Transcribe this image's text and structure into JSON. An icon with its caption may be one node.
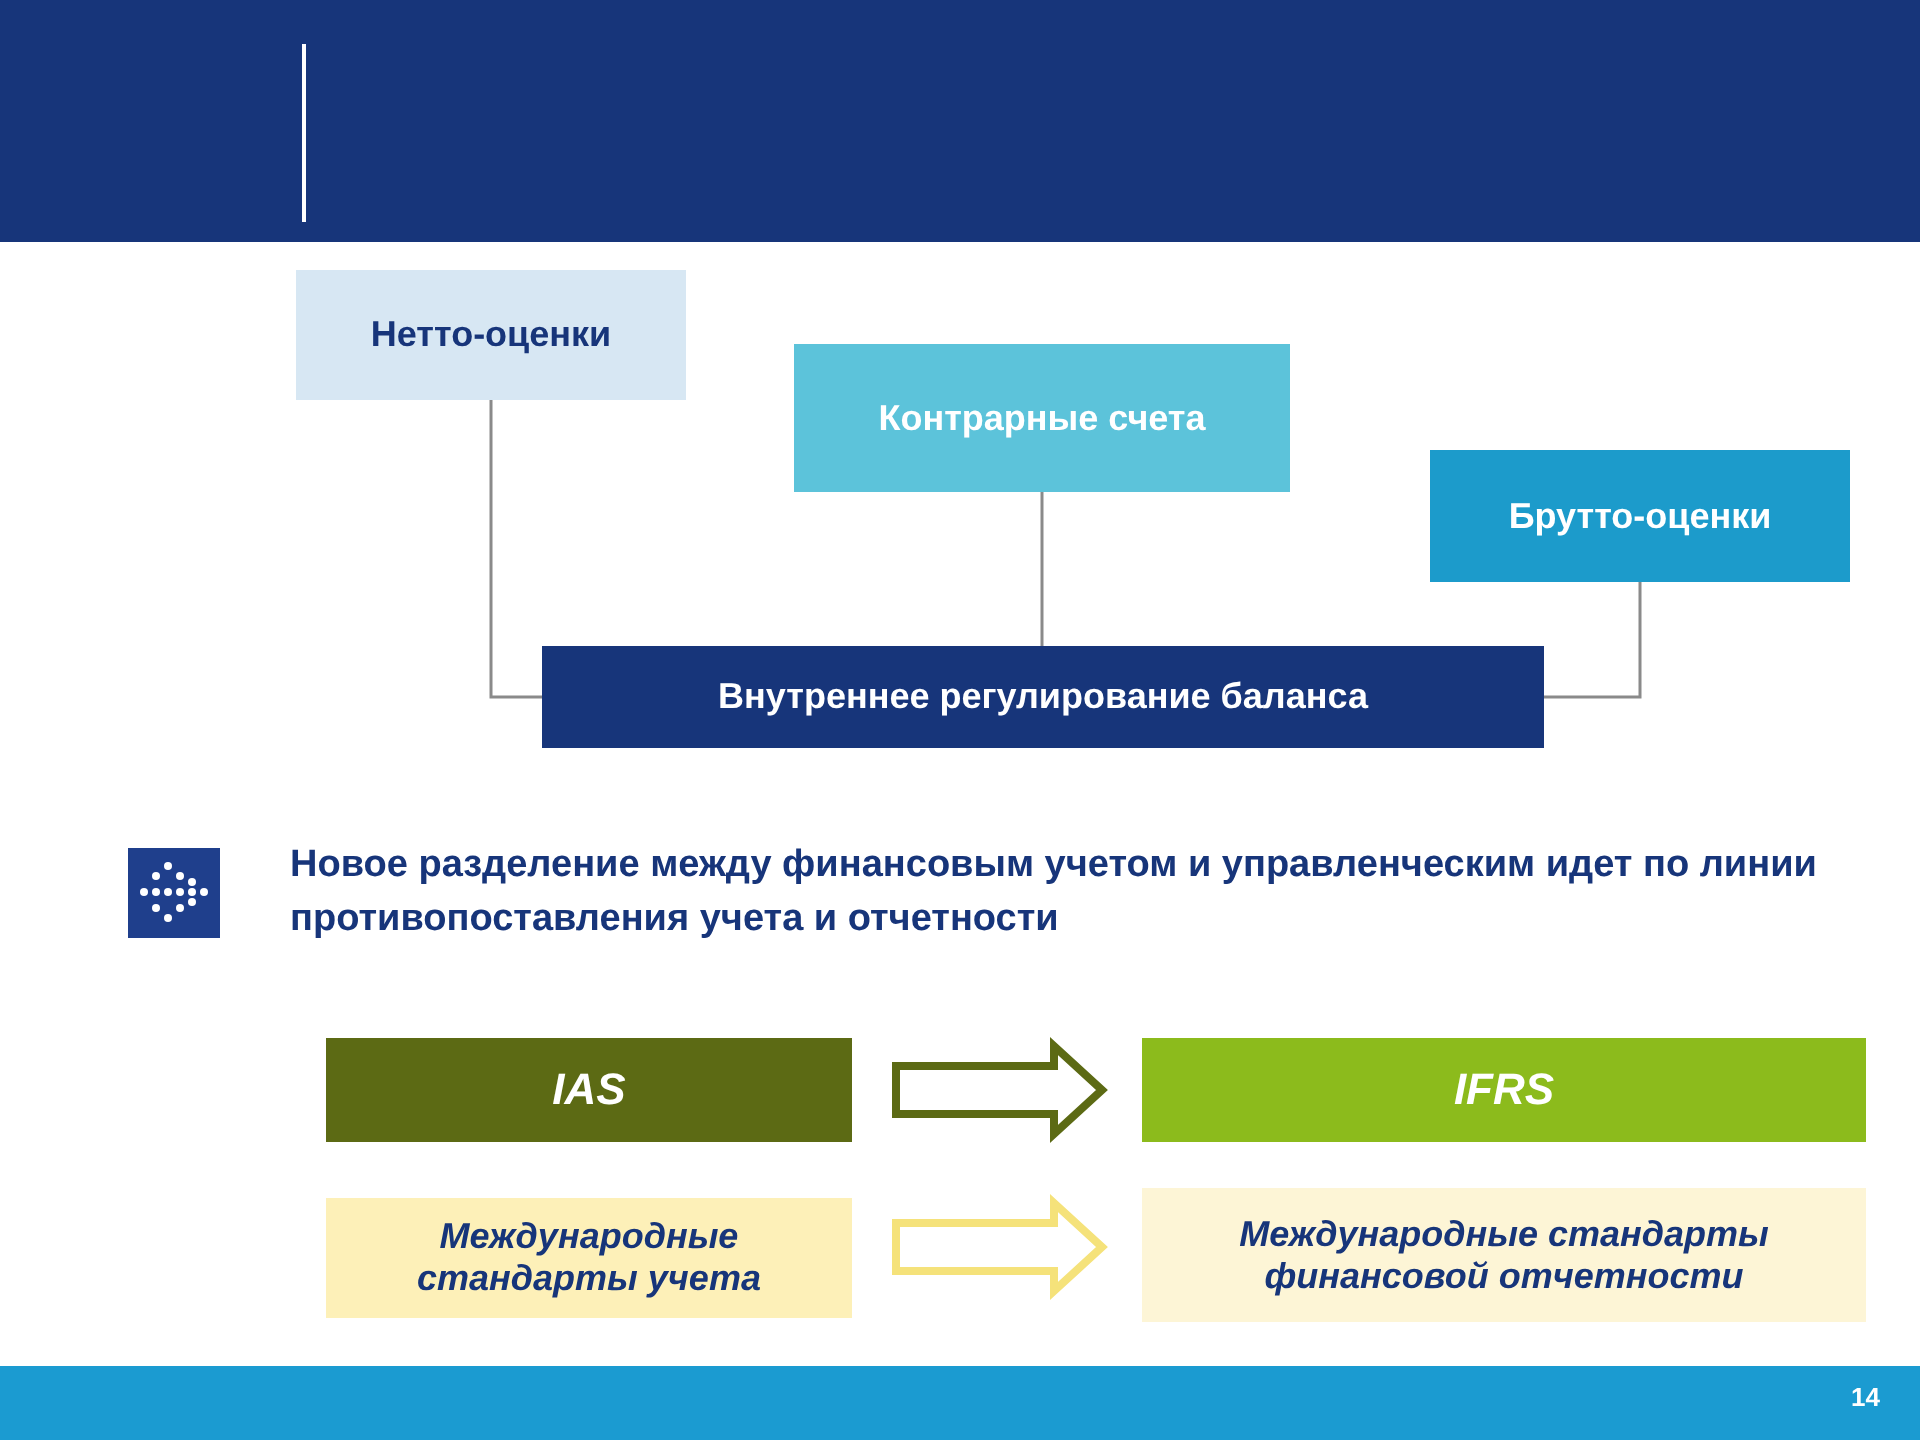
{
  "diagram": {
    "nodes": [
      {
        "text": [
          "Нетто-оценки"
        ]
      },
      {
        "text": [
          "Контрарные счета"
        ]
      },
      {
        "text": [
          "Брутто-оценки"
        ]
      },
      {
        "text": [
          "Внутреннее регулирование баланса"
        ]
      },
      {
        "text": [
          "IAS"
        ]
      },
      {
        "text": [
          "IFRS"
        ]
      },
      {
        "text": [
          "Международные стандарты учета"
        ]
      },
      {
        "text": [
          "Международные стандарты финансовой отчетности"
        ]
      }
    ],
    "edges": [
      {
        "from": 0,
        "to": 3,
        "arrow": "none"
      },
      {
        "from": 1,
        "to": 3,
        "arrow": "none"
      },
      {
        "from": 2,
        "to": 3,
        "arrow": "none"
      },
      {
        "from": 4,
        "to": 5,
        "arrow": "to",
        "style": "thick",
        "color": "#5c6a14"
      },
      {
        "from": 6,
        "to": 7,
        "arrow": "to",
        "style": "thick",
        "color": "#f5e27a"
      }
    ],
    "labels": [
      "Новое разделение между финансовым учетом и управленческим идет по линии противопоставления учета и отчетности",
      "14"
    ]
  }
}
